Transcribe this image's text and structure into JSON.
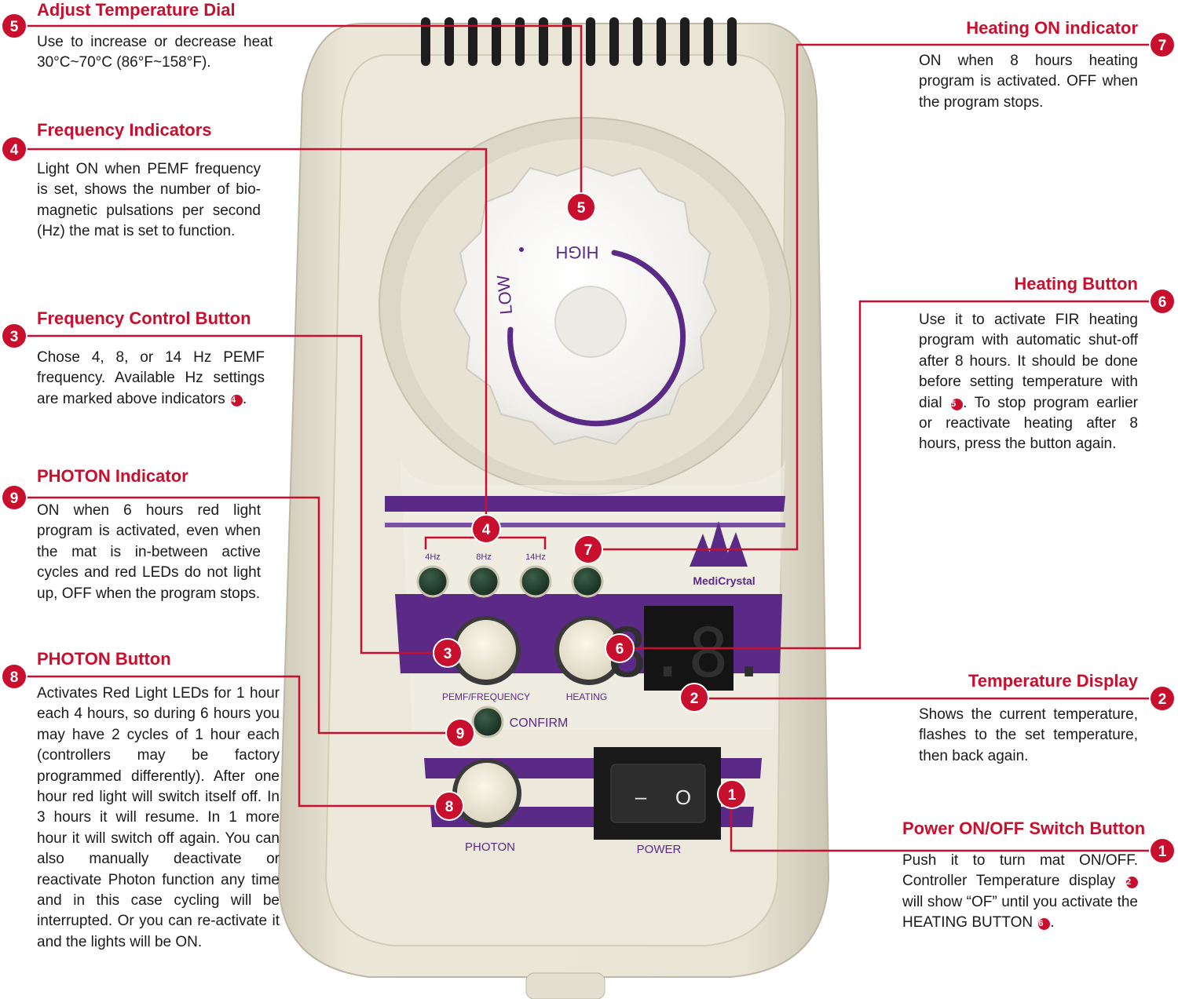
{
  "colors": {
    "accent": "#c8102e",
    "purple": "#5b2a86",
    "body": "#e7e3d4",
    "led": "#1f3d2c"
  },
  "callouts": [
    {
      "id": "5",
      "title": "Adjust Temperature Dial",
      "text": "Use to increase or decrease heat 30°C~70°C (86°F~158°F)."
    },
    {
      "id": "4",
      "title": "Frequency Indicators",
      "text": "Light ON when PEMF frequency is set, shows the number of bio-magnetic pulsations per second (Hz) the mat is set to function."
    },
    {
      "id": "3",
      "title": "Frequency Control Button",
      "text": "Chose 4, 8, or 14 Hz PEMF frequency. Available Hz settings are marked above indicators",
      "ref": "4"
    },
    {
      "id": "9",
      "title": "PHOTON Indicator",
      "text": "ON when 6 hours red light program is activated, even when the mat is in-between active cycles and red LEDs do not light up, OFF when the program stops."
    },
    {
      "id": "8",
      "title": "PHOTON Button",
      "text": "Activates Red Light LEDs for 1 hour each 4 hours, so during 6 hours you may have 2 cycles of 1 hour each (controllers may be factory programmed differently). After one hour red light will switch itself off. In 3 hours it will resume. In 1 more hour it will switch off again. You can also manually deactivate or reactivate Photon function any time and in this case cycling will be interrupted. Or you can re-activate it and the lights will be ON."
    },
    {
      "id": "7",
      "title": "Heating ON indicator",
      "text": "ON when 8 hours heating program is activated. OFF when the program stops."
    },
    {
      "id": "6",
      "title": "Heating Button",
      "text_a": "Use it to activate FIR heating program with automatic shut-off after 8 hours. It should be done before setting temperature with dial",
      "ref": "5",
      "text_b": ". To stop program earlier or reactivate heating after 8 hours, press the button again."
    },
    {
      "id": "2",
      "title": "Temperature Display",
      "text": "Shows the current temperature, flashes to the set temperature, then back again."
    },
    {
      "id": "1",
      "title": "Power ON/OFF Switch Button",
      "text_a": "Push it to turn mat ON/OFF. Controller Temperature display",
      "ref_a": "2",
      "text_b": " will show “OF” until you activate the HEATING BUTTON",
      "ref_b": "6"
    }
  ],
  "device": {
    "brand": "MediCrystal",
    "dial": {
      "high": "HIGH",
      "low": "LOW"
    },
    "freq_labels": [
      "4Hz",
      "8Hz",
      "14Hz"
    ],
    "btn_pemf": "PEMF/FREQUENCY",
    "btn_heating": "HEATING",
    "confirm": "CONFIRM",
    "btn_photon": "PHOTON",
    "btn_power": "POWER",
    "display": "8.8.",
    "switch_on": "–",
    "switch_off": "O"
  }
}
